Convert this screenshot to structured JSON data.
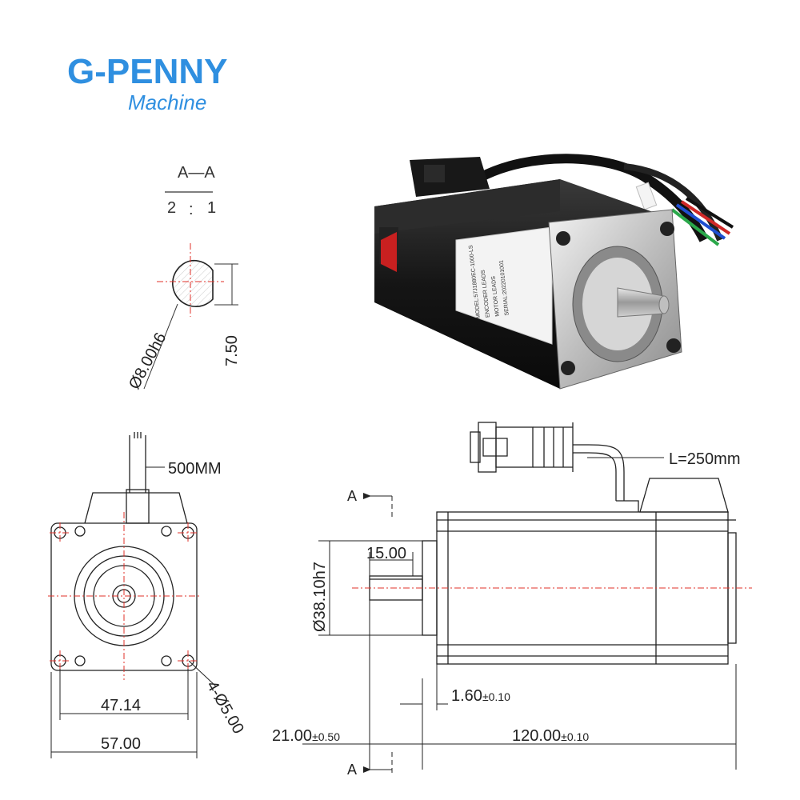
{
  "brand": {
    "name": "G-PENNY",
    "sub": "Machine",
    "color": "#2f8fe0"
  },
  "section": {
    "title": "A—A",
    "scale_num": "2",
    "scale_sep": ":",
    "scale_den": "1"
  },
  "dims": {
    "shaft_dia_section": "Ø8.00h6",
    "flat_height": "7.50",
    "cable_length": "500MM",
    "hole_spacing": "47.14",
    "flange_width": "57.00",
    "mount_holes": "4-Ø5.00",
    "pilot_dia": "Ø38.10h7",
    "shaft_flat_length": "15.00",
    "pilot_depth": "1.60",
    "pilot_depth_tol": "±0.10",
    "shaft_length": "21.00",
    "shaft_length_tol": "±0.50",
    "body_length": "120.00",
    "body_length_tol": "±0.10",
    "encoder_cable": "L=250mm",
    "section_mark_top": "A",
    "section_mark_bottom": "A"
  },
  "label": {
    "model": "MODEL:57J1880EC-1000-LS",
    "lines": [
      "ENCODER LEADS",
      "MOTOR LEADS",
      "SERIAL:20220101001"
    ]
  },
  "colors": {
    "line": "#222222",
    "center": "#e0302a",
    "motor_body": "#1a1a1a",
    "flange": "#c9c9c9"
  }
}
